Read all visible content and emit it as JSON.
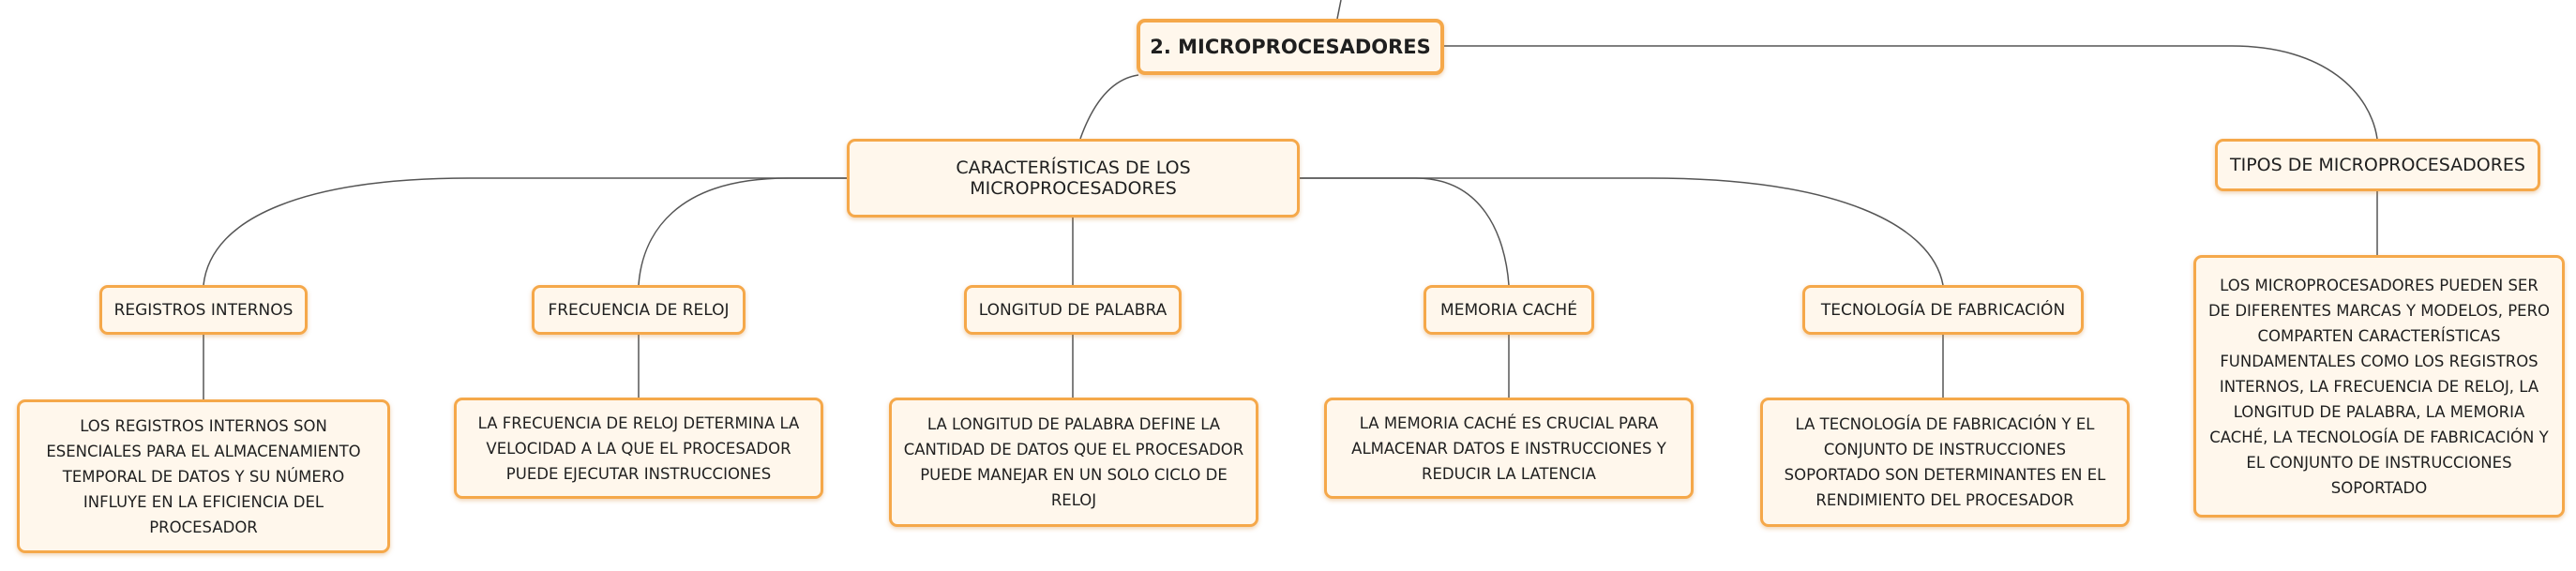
{
  "root": {
    "label": "2. MICROPROCESADORES"
  },
  "caracteristicas": {
    "label": "CARACTERÍSTICAS DE LOS MICROPROCESADORES",
    "children": [
      {
        "label": "REGISTROS INTERNOS",
        "detail": "LOS REGISTROS INTERNOS SON ESENCIALES PARA EL ALMACENAMIENTO TEMPORAL DE DATOS Y SU NÚMERO INFLUYE EN LA EFICIENCIA DEL PROCESADOR"
      },
      {
        "label": "FRECUENCIA DE RELOJ",
        "detail": "LA FRECUENCIA DE RELOJ DETERMINA LA VELOCIDAD A LA QUE EL PROCESADOR PUEDE EJECUTAR INSTRUCCIONES"
      },
      {
        "label": "LONGITUD DE PALABRA",
        "detail": "LA LONGITUD DE PALABRA DEFINE LA CANTIDAD DE DATOS QUE EL PROCESADOR PUEDE MANEJAR EN UN SOLO CICLO DE RELOJ"
      },
      {
        "label": "MEMORIA CACHÉ",
        "detail": "LA MEMORIA CACHÉ ES CRUCIAL PARA ALMACENAR DATOS E INSTRUCCIONES Y REDUCIR LA LATENCIA"
      },
      {
        "label": "TECNOLOGÍA DE FABRICACIÓN",
        "detail": "LA TECNOLOGÍA DE FABRICACIÓN Y EL CONJUNTO DE INSTRUCCIONES SOPORTADO SON DETERMINANTES EN EL RENDIMIENTO DEL PROCESADOR"
      }
    ]
  },
  "tipos": {
    "label": "TIPOS DE MICROPROCESADORES",
    "detail": "LOS MICROPROCESADORES PUEDEN SER DE DIFERENTES MARCAS Y MODELOS, PERO COMPARTEN CARACTERÍSTICAS FUNDAMENTALES COMO LOS REGISTROS INTERNOS, LA FRECUENCIA DE RELOJ, LA LONGITUD DE PALABRA, LA MEMORIA CACHÉ, LA TECNOLOGÍA DE FABRICACIÓN Y EL CONJUNTO DE INSTRUCCIONES SOPORTADO"
  },
  "colors": {
    "node_border": "#f5a84a",
    "node_fill": "#fff7ec",
    "edge": "#444444"
  }
}
